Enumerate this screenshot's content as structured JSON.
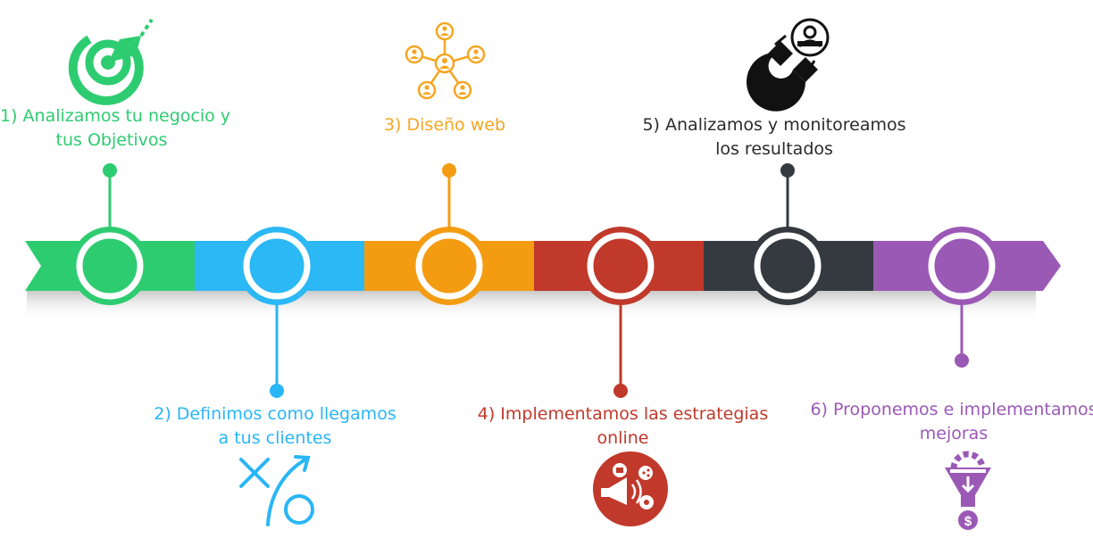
{
  "steps": [
    {
      "line1": "1) Analizamos tu  negocio y",
      "line2": "tus Objetivos",
      "color": "#2ecc71",
      "icon": "target-arrow-icon"
    },
    {
      "line1": "2) Definimos como llegamos",
      "line2": "a tus clientes",
      "color": "#29b6f6",
      "icon": "strategy-play-icon"
    },
    {
      "line1": "3) Diseño web",
      "line2": "",
      "color": "#f5a623",
      "icon": "network-users-icon"
    },
    {
      "line1": "4) Implementamos las estrategias",
      "line2": "online",
      "color": "#c0392b",
      "icon": "megaphone-social-icon"
    },
    {
      "line1": "5) Analizamos y monitoreamos",
      "line2": "los resultados",
      "color": "#2b2b2b",
      "icon": "magnet-user-icon"
    },
    {
      "line1": "6) Proponemos e implementamos",
      "line2": "mejoras",
      "color": "#9b59b6",
      "icon": "gear-funnel-dollar-icon"
    }
  ],
  "colors": {
    "green": "#2ecc71",
    "blue": "#29b6f6",
    "orange": "#f5a623",
    "red": "#c0392b",
    "dark": "#353a40",
    "purple": "#9b59b6"
  }
}
